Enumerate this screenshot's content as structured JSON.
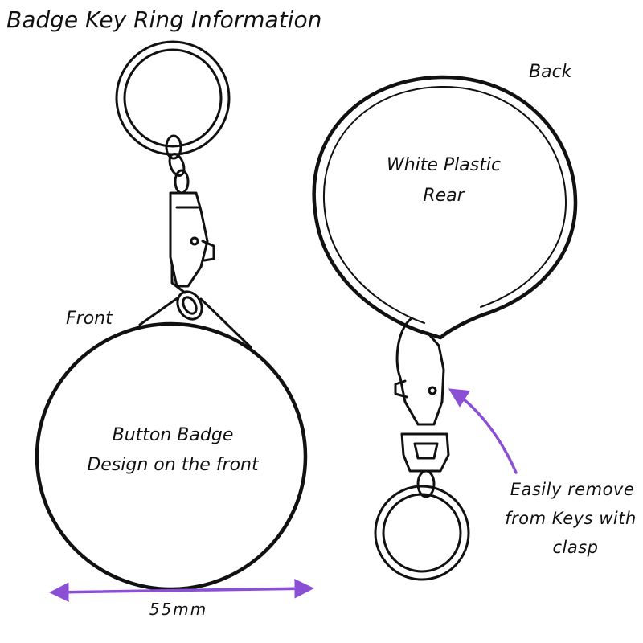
{
  "title": "Badge Key Ring Information",
  "front": {
    "label": "Front",
    "badge_text_line1": "Button Badge",
    "badge_text_line2": "Design on the front"
  },
  "back": {
    "label": "Back",
    "rear_text_line1": "White Plastic",
    "rear_text_line2": "Rear"
  },
  "callout": {
    "line1": "Easily remove",
    "line2": "from Keys with",
    "line3": "clasp"
  },
  "dimension": {
    "label": "55mm"
  },
  "colors": {
    "ink": "#111111",
    "accent": "#8b4fd6"
  }
}
